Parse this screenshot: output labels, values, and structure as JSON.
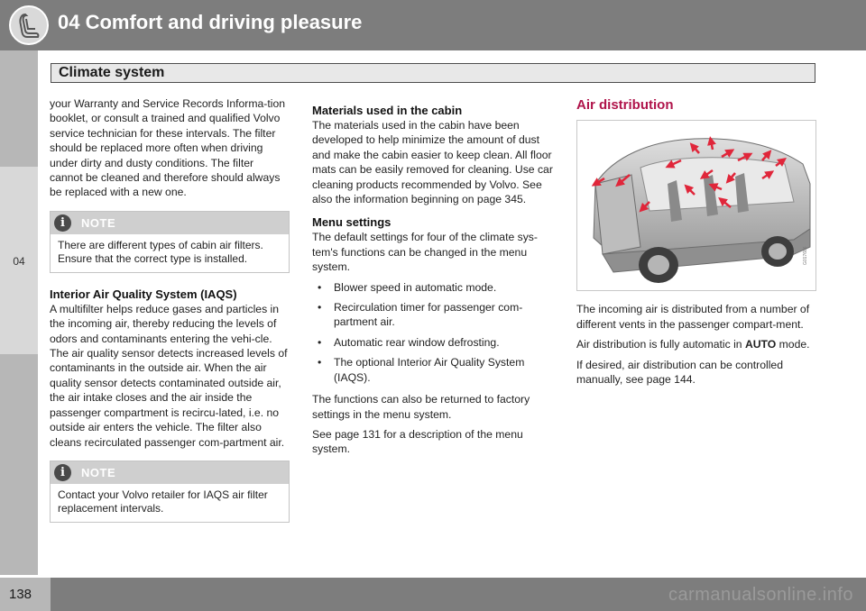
{
  "header": {
    "chapter_title": "04 Comfort and driving pleasure",
    "icon": "seat-icon"
  },
  "section": {
    "title": "Climate system"
  },
  "side_tab": {
    "label": "04"
  },
  "footer": {
    "page_number": "138",
    "watermark": "carmanualsonline.info"
  },
  "col1": {
    "para1": "your Warranty and Service Records Informa-tion booklet, or consult a trained and qualified Volvo service technician for these intervals. The filter should be replaced more often when driving under dirty and dusty conditions. The filter cannot be cleaned and therefore should always be replaced with a new one.",
    "note1": {
      "label": "NOTE",
      "text": "There are different types of cabin air filters. Ensure that the correct type is installed."
    },
    "iaqs_heading": "Interior Air Quality System (IAQS)",
    "iaqs_text": "A multifilter helps reduce gases and particles in the incoming air, thereby reducing the levels of odors and contaminants entering the vehi-cle. The air quality sensor detects increased levels of contaminants in the outside air. When the air quality sensor detects contaminated outside air, the air intake closes and the air inside the passenger compartment is recircu-lated, i.e. no outside air enters the vehicle. The filter also cleans recirculated passenger com-partment air.",
    "note2": {
      "label": "NOTE",
      "text": "Contact your Volvo retailer for IAQS air filter replacement intervals."
    }
  },
  "col2": {
    "materials_heading": "Materials used in the cabin",
    "materials_text": "The materials used in the cabin have been developed to help minimize the amount of dust and make the cabin easier to keep clean. All floor mats can be easily removed for cleaning. Use car cleaning products recommended by Volvo. See also the information beginning on page 345.",
    "menu_heading": "Menu settings",
    "menu_text": "The default settings for four of the climate sys-tem's functions can be changed in the menu system.",
    "bullets": [
      "Blower speed in automatic mode.",
      "Recirculation timer for passenger com-partment air.",
      "Automatic rear window defrosting.",
      "The optional Interior Air Quality System (IAQS)."
    ],
    "factory_text": "The functions can also be returned to factory settings in the menu system.",
    "see_text": "See page 131 for a description of the menu system."
  },
  "col3": {
    "heading": "Air distribution",
    "figure_code": "G017686",
    "text1": "The incoming air is distributed from a number of different vents in the passenger compart-ment.",
    "text2_pre": "Air distribution is fully automatic in ",
    "text2_bold": "AUTO",
    "text2_post": " mode.",
    "text3": "If desired, air distribution can be controlled manually, see page 144."
  },
  "colors": {
    "header_gray": "#7d7d7d",
    "tab_gray": "#b7b7b7",
    "accent_magenta": "#b0144b",
    "arrow_red": "#e0263a"
  }
}
